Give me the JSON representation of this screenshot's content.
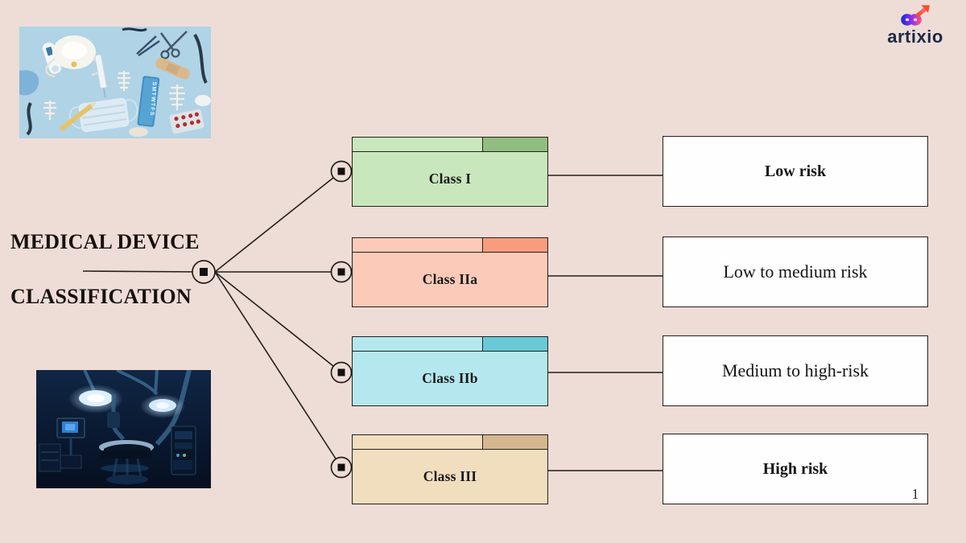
{
  "page": {
    "background": "#eeddd6",
    "page_number": "1"
  },
  "logo": {
    "brand": "artixio",
    "colors": {
      "text": "#1c2a47",
      "infinity_start": "#2b2bd6",
      "infinity_mid": "#8a2ff7",
      "infinity_end": "#ef4a8f",
      "arrow": "#f4502e"
    }
  },
  "title": {
    "line1": "MEDICAL DEVICE",
    "line2": "CLASSIFICATION"
  },
  "photos": {
    "top_left": {
      "name": "medical-devices-flatlay-photo",
      "organizer_letters": "SMTWTFS"
    },
    "bottom_left": {
      "name": "operating-room-photo"
    }
  },
  "diagram": {
    "classes": [
      {
        "label": "Class I",
        "risk": "Low risk",
        "colors": {
          "body": "#c9e7bc",
          "tab": "#92bd80"
        }
      },
      {
        "label": "Class IIa",
        "risk": "Low to medium risk",
        "colors": {
          "body": "#fccab8",
          "tab": "#f79d7e"
        }
      },
      {
        "label": "Class IIb",
        "risk": "Medium to high-risk",
        "colors": {
          "body": "#b4e8ee",
          "tab": "#68cad7"
        }
      },
      {
        "label": "Class III",
        "risk": "High risk",
        "colors": {
          "body": "#f1debf",
          "tab": "#d5b78f"
        }
      }
    ]
  }
}
